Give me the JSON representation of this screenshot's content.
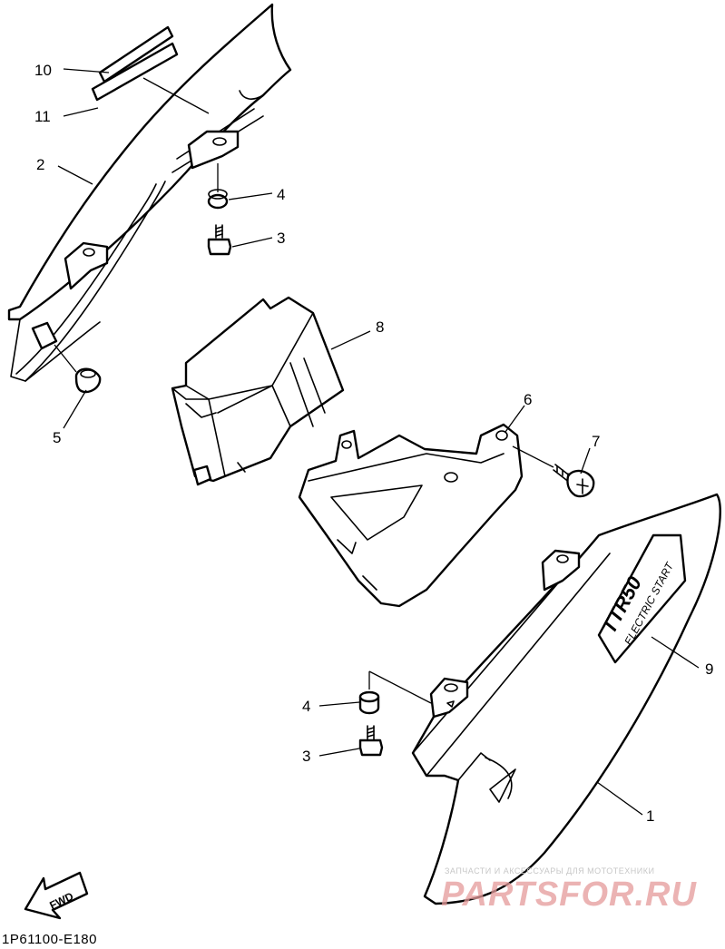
{
  "diagram_code": "1P61100-E180",
  "fwd_label": "FWD",
  "decal_text": {
    "model": "TTR50",
    "subtitle": "ELECTRIC START"
  },
  "watermark": {
    "caption": "ЗАПЧАСТИ И АКСЕССУАРЫ ДЛЯ МОТОТЕХНИКИ",
    "brand": "PARTSFOR.RU"
  },
  "callouts": [
    {
      "id": "c10",
      "label": "10"
    },
    {
      "id": "c11",
      "label": "11"
    },
    {
      "id": "c2",
      "label": "2"
    },
    {
      "id": "c4a",
      "label": "4"
    },
    {
      "id": "c3a",
      "label": "3"
    },
    {
      "id": "c8",
      "label": "8"
    },
    {
      "id": "c5",
      "label": "5"
    },
    {
      "id": "c6",
      "label": "6"
    },
    {
      "id": "c7",
      "label": "7"
    },
    {
      "id": "c9",
      "label": "9"
    },
    {
      "id": "c4b",
      "label": "4"
    },
    {
      "id": "c3b",
      "label": "3"
    },
    {
      "id": "c1",
      "label": "1"
    }
  ]
}
